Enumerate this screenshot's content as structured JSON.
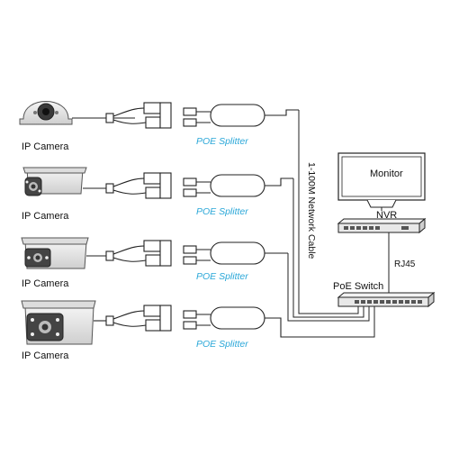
{
  "cameras": [
    {
      "label": "IP Camera",
      "icon": "dome-camera-icon"
    },
    {
      "label": "IP Camera",
      "icon": "bullet-camera-icon"
    },
    {
      "label": "IP Camera",
      "icon": "bullet-camera-icon"
    },
    {
      "label": "IP Camera",
      "icon": "bullet-camera-icon"
    }
  ],
  "splitters": [
    {
      "label": "POE Splitter"
    },
    {
      "label": "POE Splitter"
    },
    {
      "label": "POE Splitter"
    },
    {
      "label": "POE Splitter"
    }
  ],
  "monitor": {
    "label": "Monitor"
  },
  "nvr": {
    "label": "NVR"
  },
  "rj45": {
    "label": "RJ45"
  },
  "switch": {
    "label": "PoE Switch"
  },
  "cable": {
    "label": "1-100M Network Cable"
  },
  "colors": {
    "accent": "#2aa7d8",
    "line": "#222222",
    "device_fill": "#e8e8e8"
  }
}
